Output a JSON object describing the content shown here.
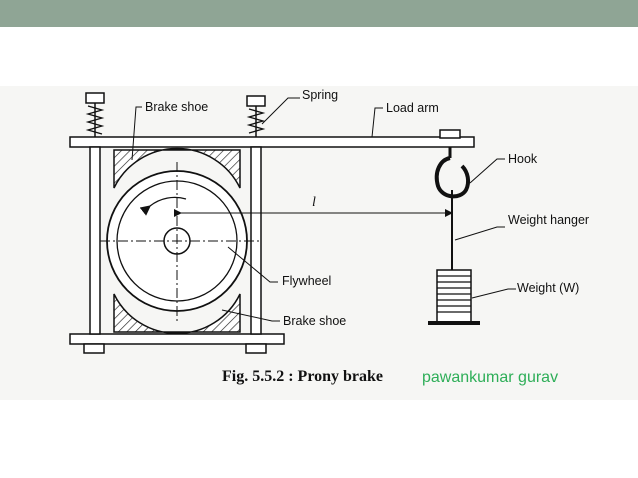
{
  "labels": {
    "spring": "Spring",
    "brake_shoe_top": "Brake shoe",
    "load_arm": "Load arm",
    "hook": "Hook",
    "length": "l",
    "weight_hanger": "Weight hanger",
    "flywheel": "Flywheel",
    "weight": "Weight (W)",
    "brake_shoe_bottom": "Brake shoe"
  },
  "caption": "Fig. 5.5.2 : Prony brake",
  "author": "pawankumar gurav",
  "colors": {
    "top_bar": "#8fa595",
    "author_text": "#2eae58"
  }
}
